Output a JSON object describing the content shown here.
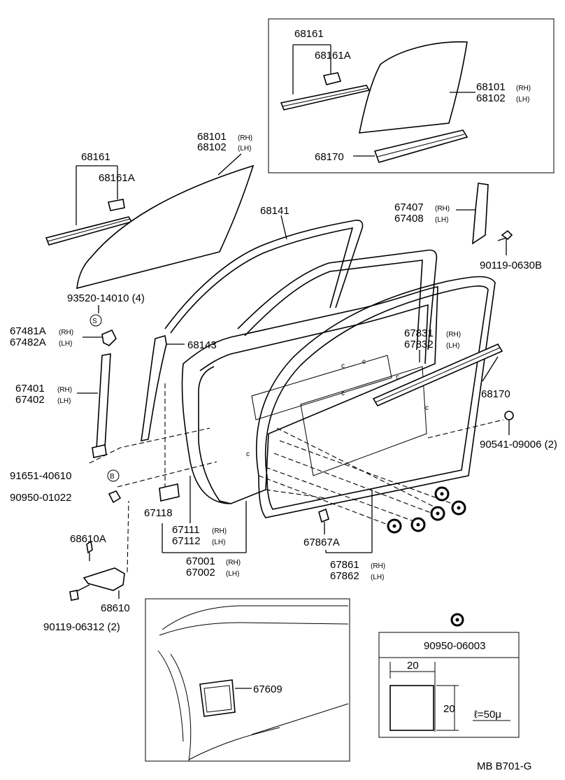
{
  "labels": {
    "inset_68161": "68161",
    "inset_68161a": "68161A",
    "inset_68101": "68101",
    "inset_68102": "68102",
    "inset_68170": "68170",
    "p68161": "68161",
    "p68161a": "68161A",
    "p68101": "68101",
    "p68102": "68102",
    "p68141": "68141",
    "p67407": "67407",
    "p67408": "67408",
    "p90119_0630b": "90119-0630B",
    "p93520": "93520-14010 (4)",
    "p67481a": "67481A",
    "p67482a": "67482A",
    "p68143": "68143",
    "p67831": "67831",
    "p67832": "67832",
    "p67401": "67401",
    "p67402": "67402",
    "p68170": "68170",
    "p90541": "90541-09006 (2)",
    "p91651": "91651-40610",
    "p90950_01022": "90950-01022",
    "p67118": "67118",
    "p67111": "67111",
    "p67112": "67112",
    "p67001": "67001",
    "p67002": "67002",
    "p67867a": "67867A",
    "p67861": "67861",
    "p67862": "67862",
    "p68610a": "68610A",
    "p68610": "68610",
    "p90119_06312": "90119-06312 (2)",
    "p67609": "67609",
    "p90950_06003": "90950-06003",
    "dim_w": "20",
    "dim_h": "20",
    "thickness": "ℓ=50μ",
    "footer": "MB B701-G"
  },
  "suffix": {
    "rh": "(RH)",
    "lh": "(LH)"
  },
  "circle_markers": {
    "s": "S",
    "b": "B"
  }
}
